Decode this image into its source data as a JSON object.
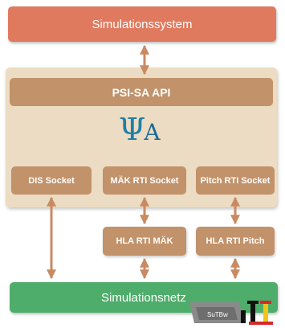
{
  "top": {
    "label": "Simulationssystem"
  },
  "api": {
    "label": "PSI-SA API"
  },
  "logo": {
    "psi": "Ψ",
    "a": "A"
  },
  "sockets": [
    {
      "label": "DIS Socket"
    },
    {
      "label": "MÄK RTI Socket"
    },
    {
      "label": "Pitch RTI Socket"
    }
  ],
  "rti": [
    {
      "label": "HLA RTI MÄK"
    },
    {
      "label": "HLA RTI Pitch"
    }
  ],
  "bottom": {
    "label": "Simulationsnetz"
  },
  "brand": {
    "label": "SuTBw"
  },
  "colors": {
    "top": "#e07a5f",
    "panel": "#ebdcc3",
    "module": "#c2926a",
    "net": "#4fad6b",
    "arrow": "#c98a62"
  }
}
